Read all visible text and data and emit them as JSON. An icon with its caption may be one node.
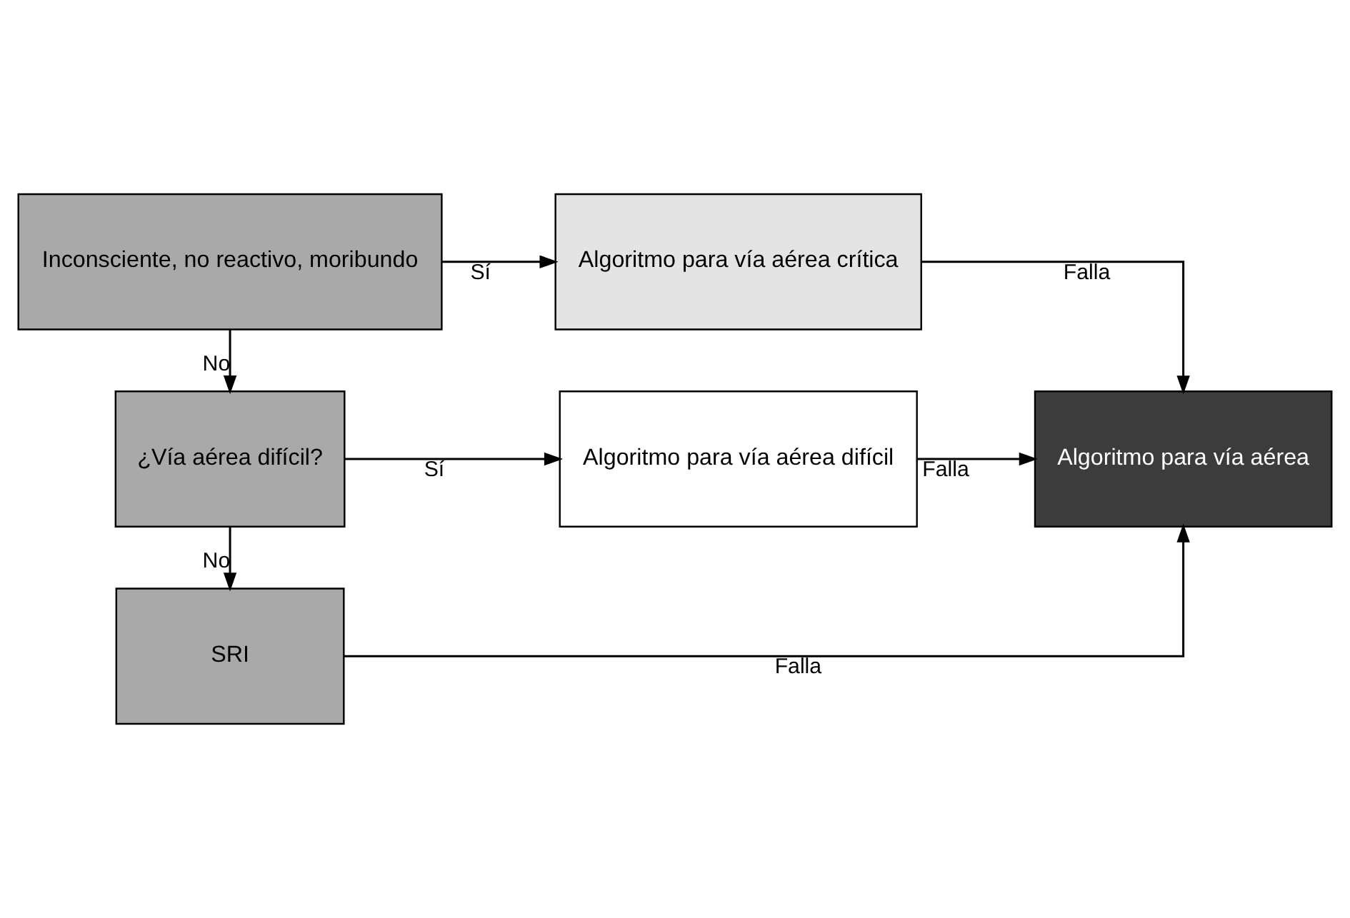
{
  "diagram": {
    "nodes": [
      {
        "text": [
          "Inconsciente, no reactivo, moribundo"
        ]
      },
      {
        "text": [
          "Algoritmo para vía aérea crítica"
        ]
      },
      {
        "text": [
          "¿Vía aérea difícil?"
        ]
      },
      {
        "text": [
          "Algoritmo para vía aérea difícil"
        ]
      },
      {
        "text": [
          "Algoritmo para vía aérea"
        ]
      },
      {
        "text": [
          "SRI"
        ]
      }
    ],
    "edges": [
      {
        "from": 0,
        "to": 1,
        "arrow": "to",
        "label": "Sí"
      },
      {
        "from": 1,
        "to": 4,
        "arrow": "to",
        "label": "Falla"
      },
      {
        "from": 0,
        "to": 2,
        "arrow": "to",
        "label": "No"
      },
      {
        "from": 2,
        "to": 3,
        "arrow": "to",
        "label": "Sí"
      },
      {
        "from": 3,
        "to": 4,
        "arrow": "to",
        "label": "Falla"
      },
      {
        "from": 2,
        "to": 5,
        "arrow": "to",
        "label": "No"
      },
      {
        "from": 5,
        "to": 4,
        "arrow": "to",
        "label": "Falla"
      }
    ]
  }
}
